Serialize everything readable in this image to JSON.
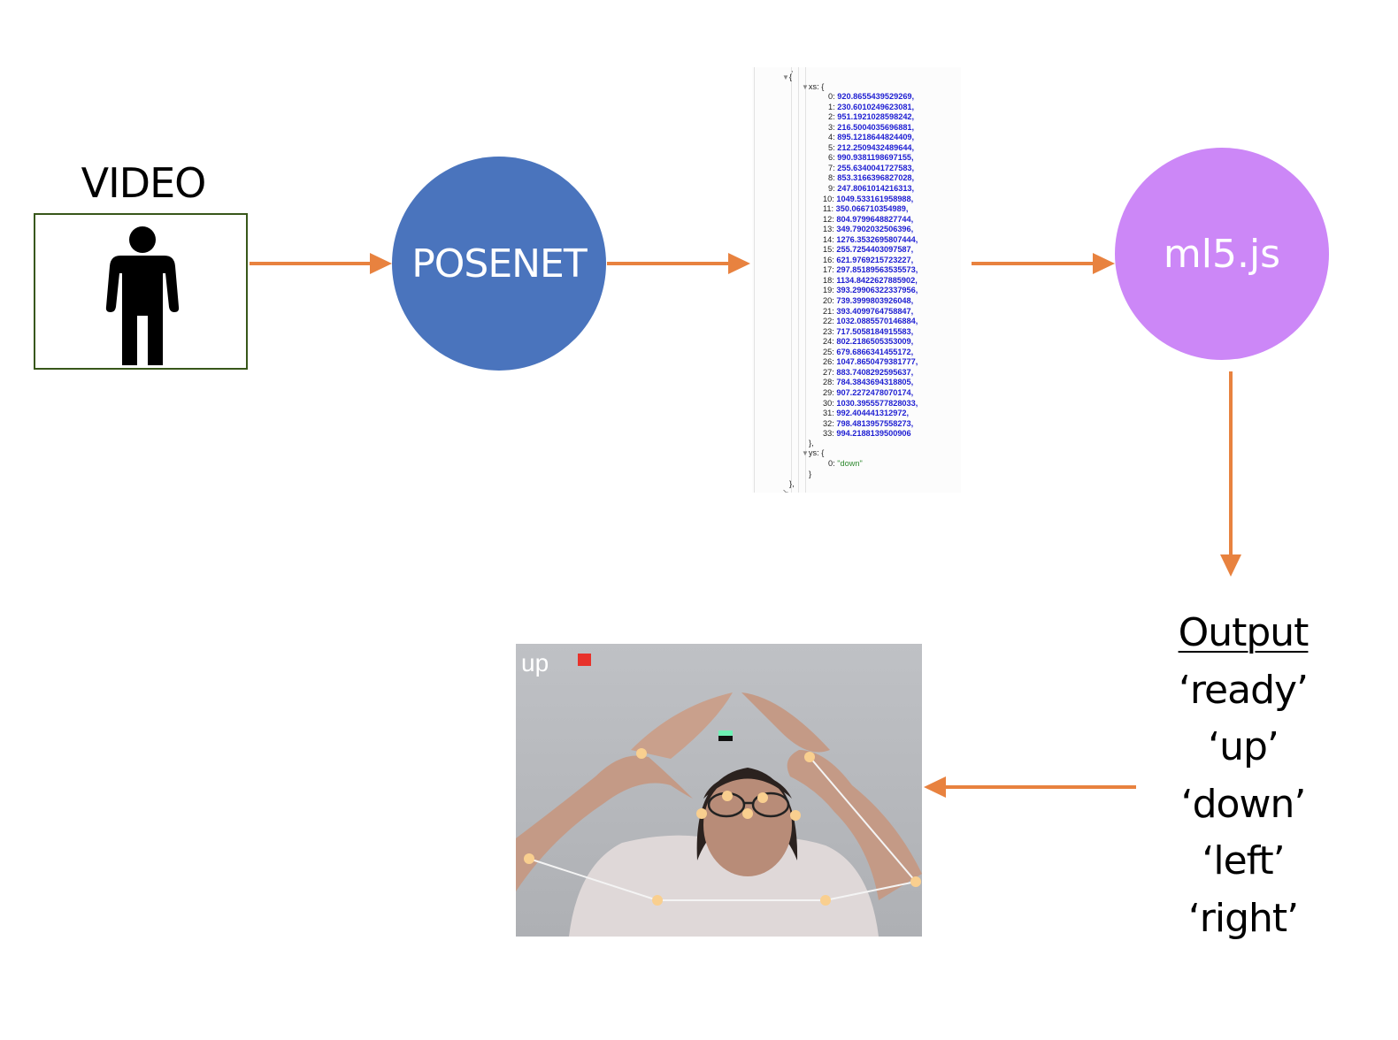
{
  "video": {
    "title": "VIDEO",
    "icon": "person-icon"
  },
  "posenet": {
    "label": "POSENET",
    "color": "#4a74bd"
  },
  "ml5": {
    "label": "ml5.js",
    "color": "#cc87f7"
  },
  "arrow_color": "#e8823f",
  "json_preview": {
    "xs_key": "xs: {",
    "xs": [
      {
        "i": "0:",
        "v": "920.8655439529269,"
      },
      {
        "i": "1:",
        "v": "230.6010249623081,"
      },
      {
        "i": "2:",
        "v": "951.1921028598242,"
      },
      {
        "i": "3:",
        "v": "216.5004035696881,"
      },
      {
        "i": "4:",
        "v": "895.1218644824409,"
      },
      {
        "i": "5:",
        "v": "212.2509432489644,"
      },
      {
        "i": "6:",
        "v": "990.9381198697155,"
      },
      {
        "i": "7:",
        "v": "255.6340041727583,"
      },
      {
        "i": "8:",
        "v": "853.3166396827028,"
      },
      {
        "i": "9:",
        "v": "247.8061014216313,"
      },
      {
        "i": "10:",
        "v": "1049.533161958988,"
      },
      {
        "i": "11:",
        "v": "350.066710354989,"
      },
      {
        "i": "12:",
        "v": "804.9799648827744,"
      },
      {
        "i": "13:",
        "v": "349.7902032506396,"
      },
      {
        "i": "14:",
        "v": "1276.3532695807444,"
      },
      {
        "i": "15:",
        "v": "255.7254403097587,"
      },
      {
        "i": "16:",
        "v": "621.9769215723227,"
      },
      {
        "i": "17:",
        "v": "297.85189563535573,"
      },
      {
        "i": "18:",
        "v": "1134.8422627885902,"
      },
      {
        "i": "19:",
        "v": "393.29906322337956,"
      },
      {
        "i": "20:",
        "v": "739.3999803926048,"
      },
      {
        "i": "21:",
        "v": "393.4099764758847,"
      },
      {
        "i": "22:",
        "v": "1032.0885570146884,"
      },
      {
        "i": "23:",
        "v": "717.5058184915583,"
      },
      {
        "i": "24:",
        "v": "802.2186505353009,"
      },
      {
        "i": "25:",
        "v": "679.6866341455172,"
      },
      {
        "i": "26:",
        "v": "1047.8650479381777,"
      },
      {
        "i": "27:",
        "v": "883.7408292595637,"
      },
      {
        "i": "28:",
        "v": "784.3843694318805,"
      },
      {
        "i": "29:",
        "v": "907.2272478070174,"
      },
      {
        "i": "30:",
        "v": "1030.3955577828033,"
      },
      {
        "i": "31:",
        "v": "992.404441312972,"
      },
      {
        "i": "32:",
        "v": "798.4813957558273,"
      },
      {
        "i": "33:",
        "v": "994.2188139500906"
      }
    ],
    "ys_key": "ys: {",
    "ys_index": "0:",
    "ys_value": "\"down\""
  },
  "output": {
    "heading": "Output",
    "items": [
      "‘ready’",
      "‘up’",
      "‘down’",
      "‘left’",
      "‘right’"
    ]
  },
  "camera": {
    "label": "up",
    "indicator_color": "#e8322b",
    "keypoint_color": "#f9cf8f"
  }
}
